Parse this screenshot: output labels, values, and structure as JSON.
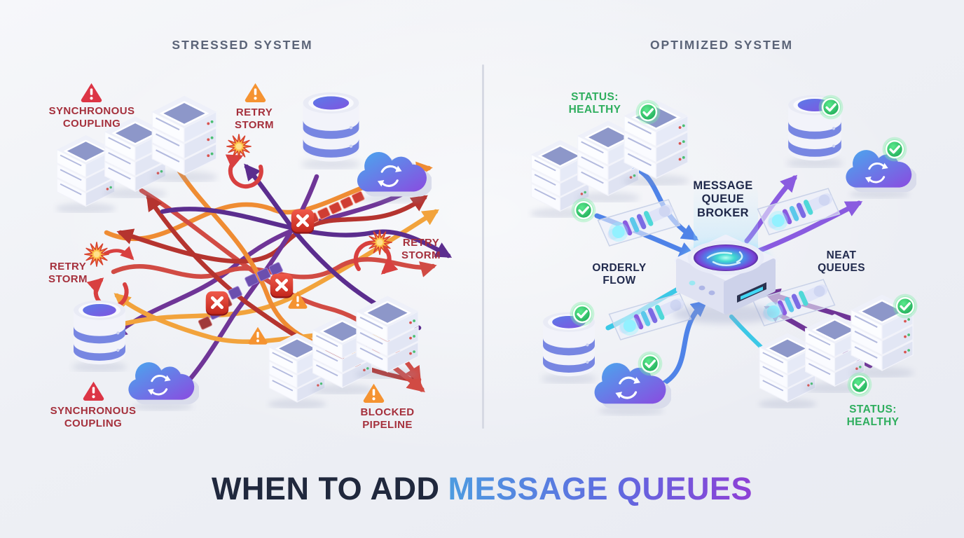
{
  "panels": {
    "left": {
      "title": "STRESSED SYSTEM",
      "labels": {
        "synchronous_coupling_top": "SYNCHRONOUS\nCOUPLING",
        "retry_storm_top": "RETRY\nSTORM",
        "retry_storm_left": "RETRY\nSTORM",
        "retry_storm_right": "RETRY\nSTORM",
        "synchronous_coupling_bottom": "SYNCHRONOUS\nCOUPLING",
        "blocked_pipeline": "BLOCKED\nPIPELINE"
      }
    },
    "right": {
      "title": "OPTIMIZED SYSTEM",
      "labels": {
        "status_healthy_top": "STATUS:\nHEALTHY",
        "message_queue_broker": "MESSAGE\nQUEUE\nBROKER",
        "orderly_flow": "ORDERLY\nFLOW",
        "neat_queues": "NEAT\nQUEUES",
        "status_healthy_bottom": "STATUS:\nHEALTHY"
      }
    }
  },
  "footer": {
    "title_prefix": "WHEN TO ADD",
    "title_highlight": "MESSAGE QUEUES"
  },
  "icons": {
    "warning_triangle": "⚠",
    "error_x": "✕",
    "check_circle": "✓",
    "sync_arrows": "⟳"
  },
  "colors": {
    "warning_red_text": "#a5303c",
    "warning_red_triangle": "#dc3545",
    "warning_orange_triangle": "#f59331",
    "healthy_green": "#2fae5e",
    "navy_text": "#222b4e",
    "header_gray": "#5b6478",
    "title_dark": "#20283d",
    "title_gradient_start": "#4e9be0",
    "title_gradient_end": "#8e3fd6"
  }
}
